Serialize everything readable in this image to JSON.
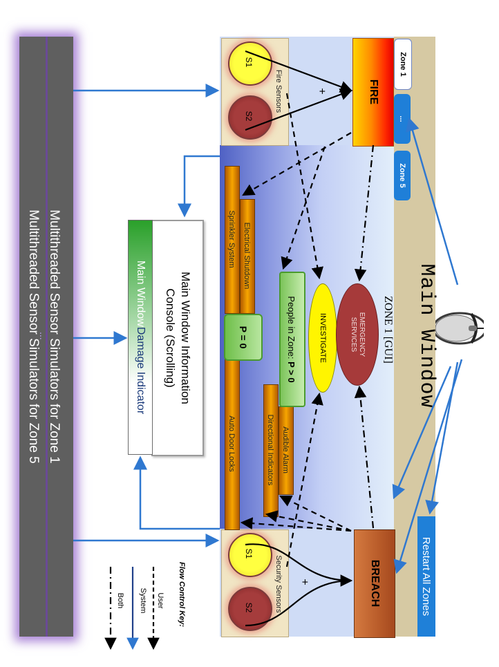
{
  "title": "Main Window",
  "zone_title": "ZONE 1 [GUI]",
  "simulators": {
    "zone1": "Multithreaded Sensor Simulators for Zone 1",
    "ellipsis": "...",
    "zone5": "Multithreaded Sensor Simulators for Zone 5"
  },
  "tabs": {
    "zone1": "Zone 1",
    "ellipsis": "...",
    "zone5": "Zone 5"
  },
  "restart_label": "Restart All Zones",
  "fire": {
    "label": "FIRE",
    "panel_label": "Fire Sensors",
    "s1": "S1",
    "s2": "S2",
    "plus": "+"
  },
  "breach": {
    "label": "BREACH",
    "panel_label": "Security Sensors",
    "s1": "S1",
    "s2": "S2",
    "plus": "+"
  },
  "actions": {
    "electrical_shutdown": "Electrical Shutdown",
    "sprinkler_system": "Sprinkler System",
    "auto_door_locks": "Auto Door Locks",
    "audible_alarm": "Audible Alarm",
    "directional_indicators": "Directional Indicators",
    "p_zero": "P = 0",
    "people_in_zone": "People in Zone:",
    "p_gt_zero": "P > 0",
    "investigate": "INVESTIGATE",
    "emergency_line1": "EMERGENCY",
    "emergency_line2": "SERVICES"
  },
  "console": {
    "line1": "Main Window Information",
    "line2": "Console (Scrolling)"
  },
  "damage": {
    "part1": "Main Window",
    "part2": " Damage Indicator"
  },
  "key": {
    "title": "Flow Control Key:",
    "user": "User",
    "system": "System",
    "both": "Both"
  },
  "colors": {
    "system_arrow": "#2f78d0",
    "user_arrow": "#000000",
    "accent_blue": "#1f80d8",
    "fire_red": "#ff2a00",
    "breach_brown": "#b95c2a",
    "main_window_bg": "#d6c9a3"
  },
  "icons": {
    "mouse": "computer-mouse-icon"
  }
}
